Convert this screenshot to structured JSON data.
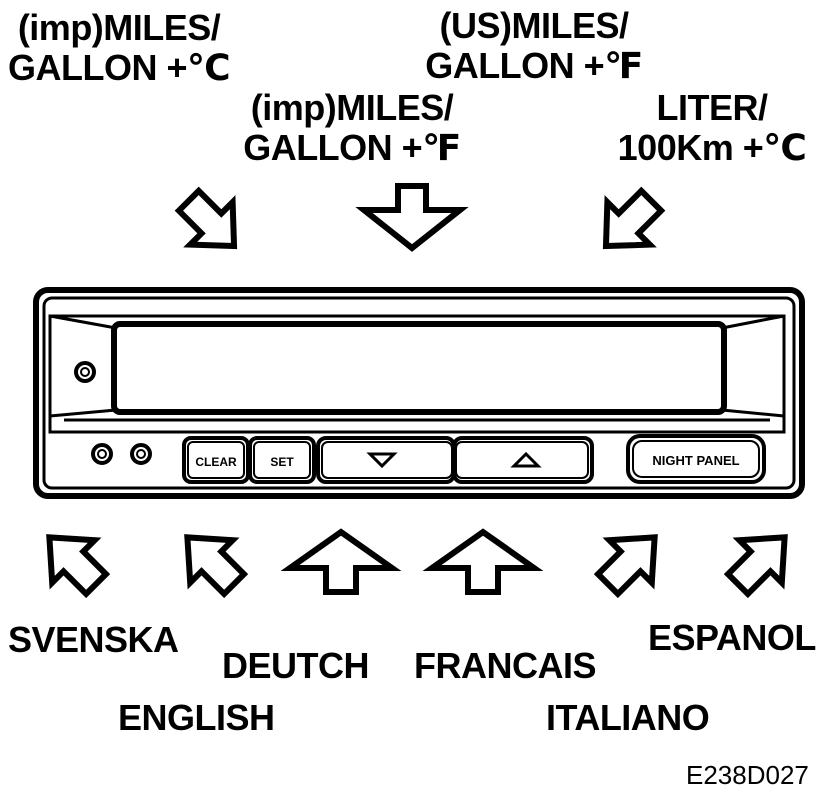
{
  "top_labels": {
    "imp_celsius": [
      "(imp)MILES/",
      "GALLON +℃"
    ],
    "us_fahrenheit": [
      "(US)MILES/",
      "GALLON +℉"
    ],
    "imp_fahrenheit": [
      "(imp)MILES/",
      "GALLON +℉"
    ],
    "liter_celsius": [
      "LITER/",
      "100Km +℃"
    ]
  },
  "panel": {
    "buttons": {
      "clear": "CLEAR",
      "set": "SET",
      "night_panel": "NIGHT PANEL"
    },
    "icons": [
      "down-triangle-icon",
      "up-triangle-icon"
    ]
  },
  "bottom_labels": {
    "svenska": "SVENSKA",
    "english": "ENGLISH",
    "deutch": "DEUTCH",
    "francais": "FRANCAIS",
    "italiano": "ITALIANO",
    "espanol": "ESPANOL"
  },
  "figure_code": "E238D027"
}
